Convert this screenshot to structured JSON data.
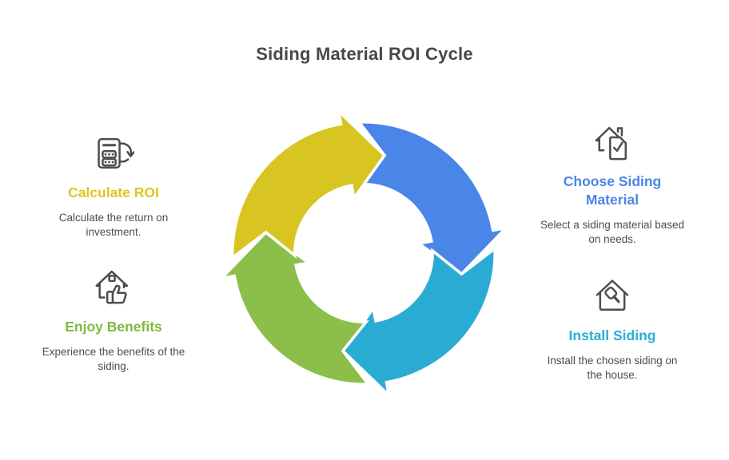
{
  "page": {
    "title": "Siding Material ROI Cycle",
    "background": "#ffffff"
  },
  "colors": {
    "title_text": "#484848",
    "body_text": "#4d4d4d",
    "icon_stroke": "#4d4d4d",
    "blue": "#4a86e8",
    "teal": "#29aed6",
    "green": "#7cbc3f",
    "yellow": "#e0c51e"
  },
  "cycle": {
    "description": "four-arrow clockwise cycle",
    "segments": [
      {
        "name": "choose-siding-material-segment",
        "position": "top-right",
        "color": "#4a86e8"
      },
      {
        "name": "install-siding-segment",
        "position": "bottom-right",
        "color": "#29abd4"
      },
      {
        "name": "enjoy-benefits-segment",
        "position": "bottom-left",
        "color": "#8bbf4a"
      },
      {
        "name": "calculate-roi-segment",
        "position": "top-left",
        "color": "#d9c522"
      }
    ]
  },
  "steps": [
    {
      "title": "Calculate ROI",
      "description": "Calculate the return on investment.",
      "icon": "calculator-sync-icon",
      "title_color": "#e0c51e",
      "position": "left-top"
    },
    {
      "title": "Enjoy Benefits",
      "description": "Experience the benefits of the siding.",
      "icon": "house-thumbs-up-icon",
      "title_color": "#7cbc3f",
      "position": "left-bottom"
    },
    {
      "title": "Choose Siding Material",
      "description": "Select a siding material based on needs.",
      "icon": "house-checklist-icon",
      "title_color": "#4a86e8",
      "position": "right-top"
    },
    {
      "title": "Install Siding",
      "description": "Install the chosen siding on the house.",
      "icon": "house-hammer-icon",
      "title_color": "#29aed6",
      "position": "right-bottom"
    }
  ]
}
